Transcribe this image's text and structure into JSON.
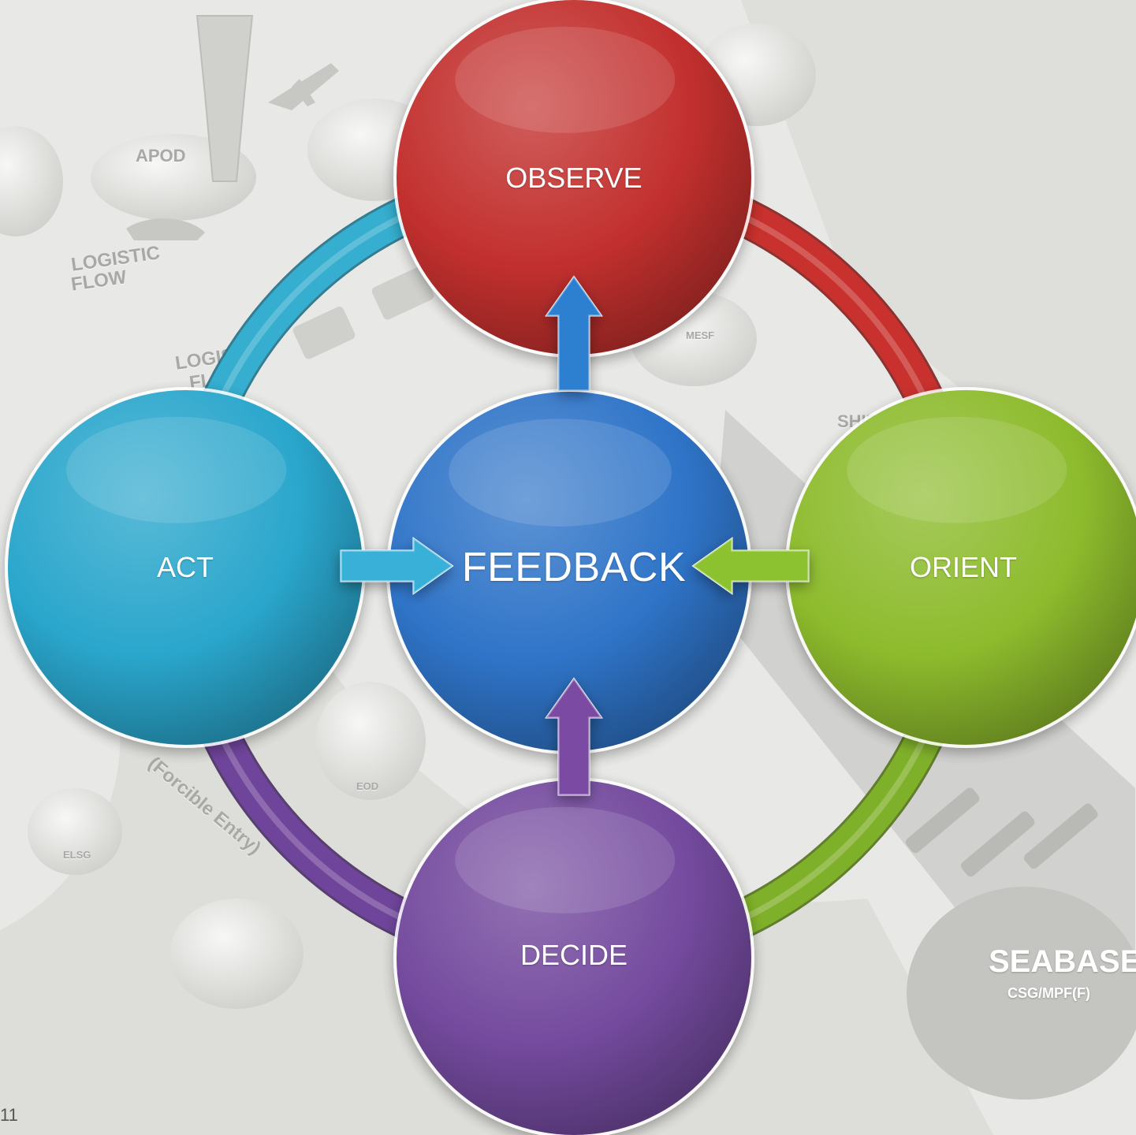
{
  "diagram": {
    "center": {
      "label": "FEEDBACK",
      "color": "#2f74c8"
    },
    "nodes": [
      {
        "id": "observe",
        "label": "OBSERVE",
        "color": "#c2302e"
      },
      {
        "id": "orient",
        "label": "ORIENT",
        "color": "#8dbb2d"
      },
      {
        "id": "decide",
        "label": "DECIDE",
        "color": "#744a9e"
      },
      {
        "id": "act",
        "label": "ACT",
        "color": "#2aa6cc"
      }
    ],
    "ring_segments": [
      {
        "from": "observe",
        "to": "orient",
        "color": "#c8312d"
      },
      {
        "from": "orient",
        "to": "decide",
        "color": "#7fb02a"
      },
      {
        "from": "decide",
        "to": "act",
        "color": "#6e459a"
      },
      {
        "from": "act",
        "to": "observe",
        "color": "#35aecf"
      }
    ],
    "arrows": [
      {
        "from": "center",
        "to": "observe",
        "color": "#2d7fcf"
      },
      {
        "from": "act",
        "to": "center",
        "color": "#38b0d8"
      },
      {
        "from": "orient",
        "to": "center",
        "color": "#8cc12f"
      },
      {
        "from": "decide",
        "to": "center",
        "color": "#7b4aa3"
      }
    ]
  },
  "background": {
    "labels": [
      "APOD",
      "LOGISTIC",
      "FLOW",
      "LOGISTIC",
      "FLOW",
      "SHIP",
      "(Forcible Entry)",
      "MESF",
      "EOD",
      "ELSG",
      "SEABASE",
      "CSG/MPF(F)"
    ]
  },
  "page_number": "11"
}
